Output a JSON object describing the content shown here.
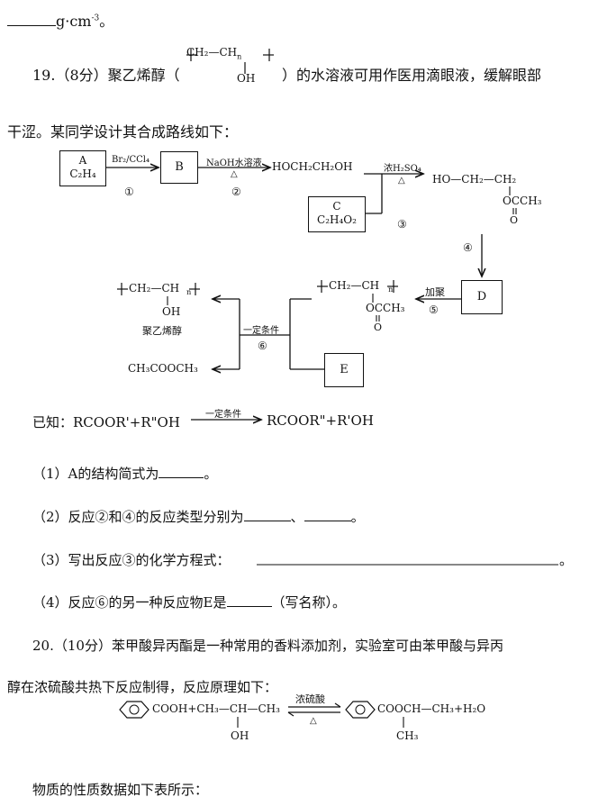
{
  "top_line": {
    "blank": "______",
    "unit": "g·cm",
    "exp": "-3",
    "end": "。"
  },
  "q19": {
    "head": "19.（8分）聚乙烯醇（",
    "poly_top": "CH₂—CH",
    "poly_oh": "OH",
    "poly_n": "n",
    "tail": "）的水溶液可用作医用滴眼液，缓解眼部",
    "line2": "干涩。某同学设计其合成路线如下："
  },
  "scheme": {
    "box_a": [
      "A",
      "C₂H₄"
    ],
    "box_b": "B",
    "box_c": [
      "C",
      "C₂H₄O₂"
    ],
    "box_d": "D",
    "box_e": "E",
    "arrow1_label": "Br₂/CCl₄",
    "arrow2_label": "NaOH水溶液",
    "arrow2_sub": "△",
    "arrow3_label": "浓H₂SO₄",
    "arrow3_sub": "△",
    "arrow5_label": "加聚",
    "arrow6_label": "一定条件",
    "n1": "①",
    "n2": "②",
    "n3": "③",
    "n4": "④",
    "n5": "⑤",
    "n6": "⑥",
    "glycol": "HOCH₂CH₂OH",
    "ester_top": "HO—CH₂—CH₂",
    "ester_o": "OCCH₃",
    "ester_dbl": "O",
    "polyacet_top": "CH₂—CH",
    "polyacet_o": "OCCH₃",
    "polyacet_dbl": "O",
    "pva_top": "CH₂—CH",
    "pva_oh": "OH",
    "pva_name": "聚乙烯醇",
    "byproduct": "CH₃COOCH₃",
    "n_sub": "n"
  },
  "known": {
    "prefix": "已知：RCOOR'+R\"OH",
    "condition": "一定条件",
    "product": "RCOOR\"+R'OH"
  },
  "questions": [
    {
      "text": "（1）A的结构简式为",
      "blank": "______",
      "end": "。"
    },
    {
      "text": "（2）反应②和④的反应类型分别为",
      "blank": "______",
      "mid": "、",
      "blank2": "______",
      "end": "。"
    },
    {
      "text": "（3）写出反应③的化学方程式：",
      "end": "。"
    },
    {
      "text": "（4）反应⑥的另一种反应物E是",
      "blank": "______",
      "end": "（写名称）。"
    }
  ],
  "q20": {
    "line1": "20.（10分）苯甲酸异丙酯是一种常用的香料添加剂，实验室可由苯甲酸与异丙",
    "line2": "醇在浓硫酸共热下反应制得，反应原理如下：",
    "eq_left": "COOH+CH₃—CH—CH₃",
    "eq_oh": "OH",
    "eq_cat": "浓硫酸",
    "eq_heat": "△",
    "eq_right": "COOCH—CH₃+H₂O",
    "eq_ch3": "CH₃",
    "table_intro": "物质的性质数据如下表所示："
  }
}
